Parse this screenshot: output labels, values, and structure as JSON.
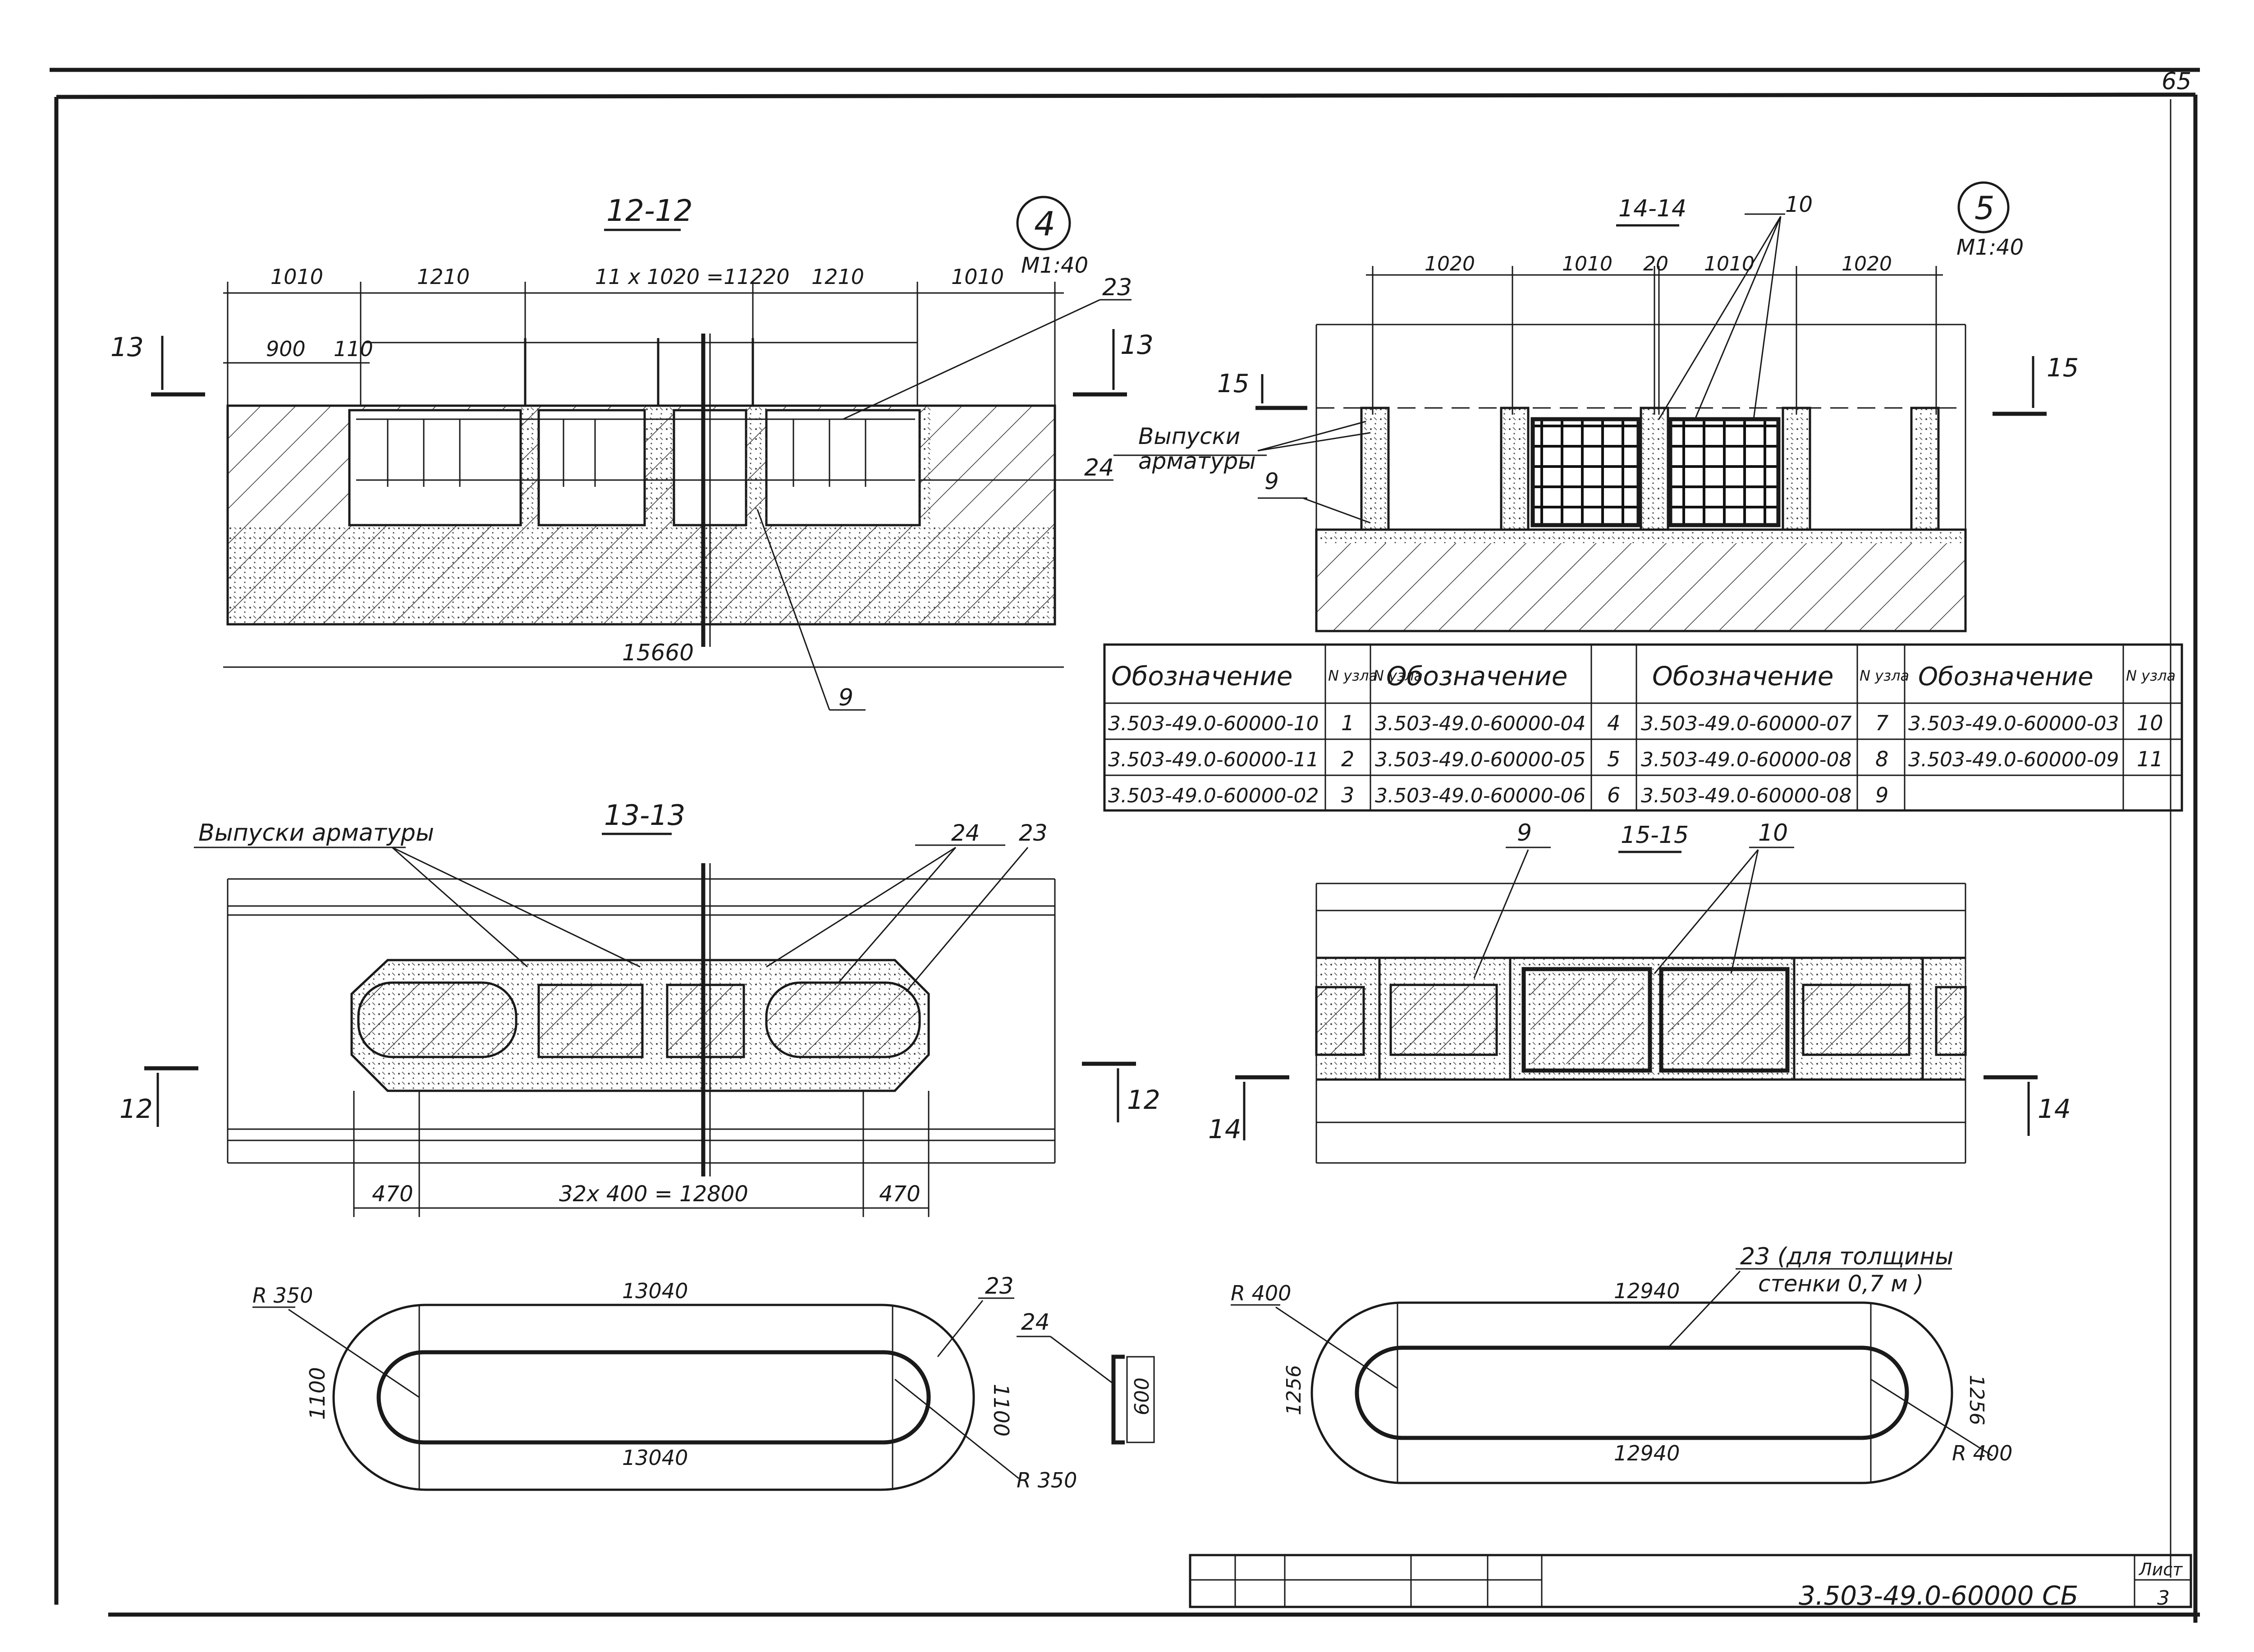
{
  "sheet": {
    "page_number": "65",
    "code": "3.503-49.0-60000 СБ",
    "list_label": "Лист",
    "list_number": "3"
  },
  "views": {
    "s12": {
      "title": "12-12",
      "node": "4",
      "scale": "М1:40",
      "dims_top": [
        "1010",
        "1210",
        "11 х 1020 =11220",
        "1210",
        "1010"
      ],
      "dim_900": "900",
      "dim_110": "110",
      "total": "15660",
      "callouts": [
        "23",
        "24",
        "9"
      ],
      "cut_left": "13",
      "cut_right": "13"
    },
    "s14": {
      "title": "14-14",
      "node": "5",
      "scale": "М1:40",
      "dims_top": [
        "1020",
        "1010",
        "20",
        "1010",
        "1020"
      ],
      "callout_10": "10",
      "label_vypuski": [
        "Выпуски",
        "арматуры"
      ],
      "callout_9": "9",
      "cut_left": "15",
      "cut_right": "15"
    },
    "s13": {
      "title": "13-13",
      "label_vypuski": "Выпуски арматуры",
      "callouts": [
        "24",
        "23"
      ],
      "dims_bottom": [
        "470",
        "32х 400  = 12800",
        "470"
      ],
      "cut_left": "12",
      "cut_right": "12"
    },
    "s15": {
      "title": "15-15",
      "callouts": [
        "9",
        "10"
      ],
      "cut_left": "14",
      "cut_right": "14"
    }
  },
  "node_table": {
    "headers": [
      "Обозначение",
      "N узла",
      "Обозначение",
      "N узла",
      "Обозначение",
      "N узла",
      "Обозначение",
      "N узла"
    ],
    "rows": [
      [
        "3.503-49.0-60000-10",
        "1",
        "3.503-49.0-60000-04",
        "4",
        "3.503-49.0-60000-07",
        "7",
        "3.503-49.0-60000-03",
        "10"
      ],
      [
        "3.503-49.0-60000-11",
        "2",
        "3.503-49.0-60000-05",
        "5",
        "3.503-49.0-60000-08",
        "8",
        "3.503-49.0-60000-09",
        "11"
      ],
      [
        "3.503-49.0-60000-02",
        "3",
        "3.503-49.0-60000-06",
        "6",
        "3.503-49.0-60000-08",
        "9",
        "",
        ""
      ]
    ]
  },
  "details": {
    "d23": {
      "r_left": "R 350",
      "r_right": "R 350",
      "len_top": "13040",
      "len_bottom": "13040",
      "height_left": "1100",
      "height_right": "1100",
      "callout": "23"
    },
    "d24": {
      "callout": "24",
      "height": "600"
    },
    "d23b": {
      "title": [
        "23 (для толщины",
        "стенки 0,7 м )"
      ],
      "r_left": "R 400",
      "r_right": "R 400",
      "len_top": "12940",
      "len_bottom": "12940",
      "height_left": "1256",
      "height_right": "1256"
    }
  }
}
